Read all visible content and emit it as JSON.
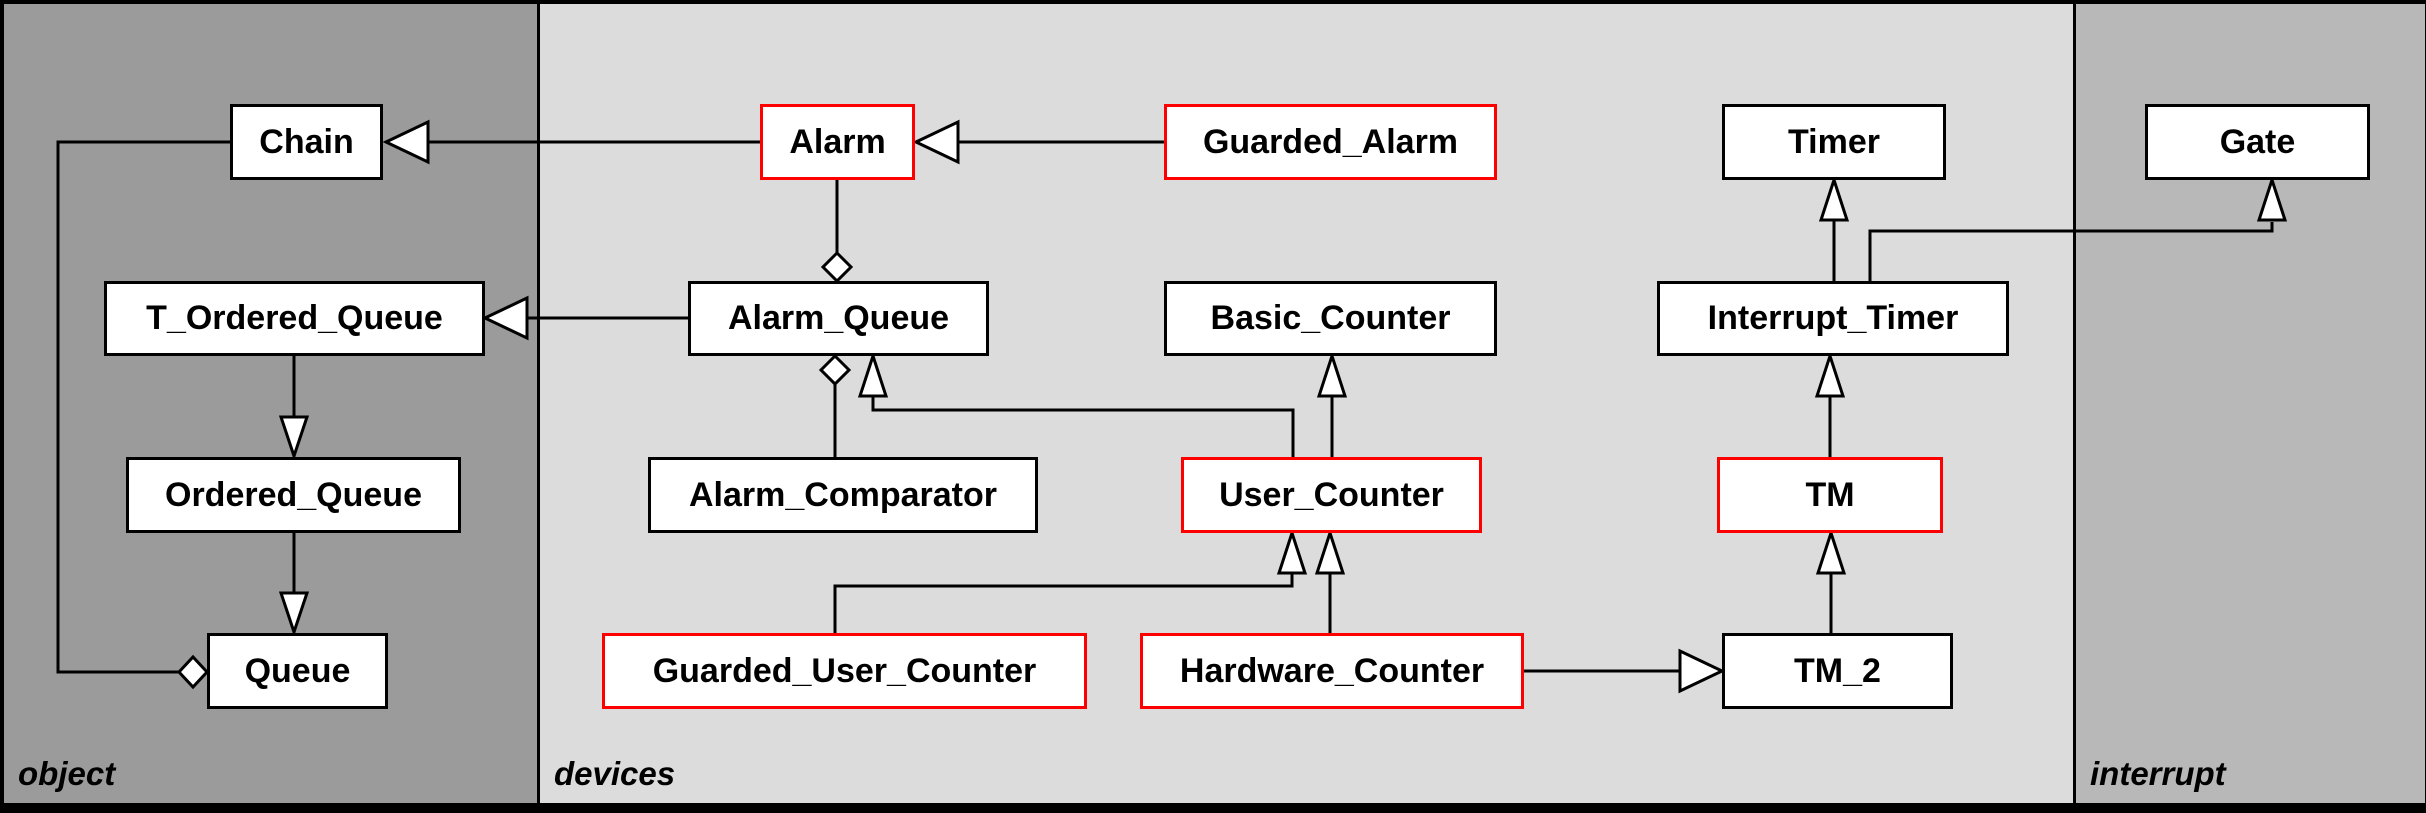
{
  "diagram_type": "class-hierarchy",
  "regions": {
    "object": {
      "label": "object",
      "bg": "#9b9b9b"
    },
    "devices": {
      "label": "devices",
      "bg": "#dcdcdc"
    },
    "interrupt": {
      "label": "interrupt",
      "bg": "#b8b8b8"
    }
  },
  "colors": {
    "node_bg": "#ffffff",
    "node_border": "#000000",
    "highlight_border": "#ff0000",
    "line": "#000000",
    "frame": "#000000"
  },
  "nodes": {
    "chain": {
      "label": "Chain",
      "highlight": false,
      "region": "object"
    },
    "t_ordered_queue": {
      "label": "T_Ordered_Queue",
      "highlight": false,
      "region": "object"
    },
    "ordered_queue": {
      "label": "Ordered_Queue",
      "highlight": false,
      "region": "object"
    },
    "queue": {
      "label": "Queue",
      "highlight": false,
      "region": "object"
    },
    "alarm": {
      "label": "Alarm",
      "highlight": true,
      "region": "devices"
    },
    "guarded_alarm": {
      "label": "Guarded_Alarm",
      "highlight": true,
      "region": "devices"
    },
    "alarm_queue": {
      "label": "Alarm_Queue",
      "highlight": false,
      "region": "devices"
    },
    "alarm_comparator": {
      "label": "Alarm_Comparator",
      "highlight": false,
      "region": "devices"
    },
    "basic_counter": {
      "label": "Basic_Counter",
      "highlight": false,
      "region": "devices"
    },
    "user_counter": {
      "label": "User_Counter",
      "highlight": true,
      "region": "devices"
    },
    "guarded_user_counter": {
      "label": "Guarded_User_Counter",
      "highlight": true,
      "region": "devices"
    },
    "hardware_counter": {
      "label": "Hardware_Counter",
      "highlight": true,
      "region": "devices"
    },
    "timer": {
      "label": "Timer",
      "highlight": false,
      "region": "devices"
    },
    "interrupt_timer": {
      "label": "Interrupt_Timer",
      "highlight": false,
      "region": "devices"
    },
    "tm": {
      "label": "TM",
      "highlight": true,
      "region": "devices"
    },
    "tm_2": {
      "label": "TM_2",
      "highlight": false,
      "region": "devices"
    },
    "gate": {
      "label": "Gate",
      "highlight": false,
      "region": "interrupt"
    }
  },
  "edges": [
    {
      "from": "alarm",
      "to": "chain",
      "type": "inheritance"
    },
    {
      "from": "guarded_alarm",
      "to": "alarm",
      "type": "inheritance"
    },
    {
      "from": "alarm_queue",
      "to": "t_ordered_queue",
      "type": "inheritance"
    },
    {
      "from": "t_ordered_queue",
      "to": "ordered_queue",
      "type": "inheritance"
    },
    {
      "from": "ordered_queue",
      "to": "queue",
      "type": "inheritance"
    },
    {
      "whole": "queue",
      "part": "chain",
      "type": "aggregation"
    },
    {
      "whole": "alarm_queue",
      "part": "alarm",
      "type": "aggregation"
    },
    {
      "whole": "alarm_queue",
      "part": "alarm_comparator",
      "type": "aggregation"
    },
    {
      "from": "user_counter",
      "to": "alarm_queue",
      "type": "inheritance"
    },
    {
      "from": "user_counter",
      "to": "basic_counter",
      "type": "inheritance"
    },
    {
      "from": "guarded_user_counter",
      "to": "user_counter",
      "type": "inheritance"
    },
    {
      "from": "hardware_counter",
      "to": "user_counter",
      "type": "inheritance"
    },
    {
      "from": "hardware_counter",
      "to": "tm_2",
      "type": "inheritance"
    },
    {
      "from": "tm_2",
      "to": "tm",
      "type": "inheritance"
    },
    {
      "from": "tm",
      "to": "interrupt_timer",
      "type": "inheritance"
    },
    {
      "from": "interrupt_timer",
      "to": "timer",
      "type": "inheritance"
    },
    {
      "from": "interrupt_timer",
      "to": "gate",
      "type": "inheritance"
    }
  ]
}
